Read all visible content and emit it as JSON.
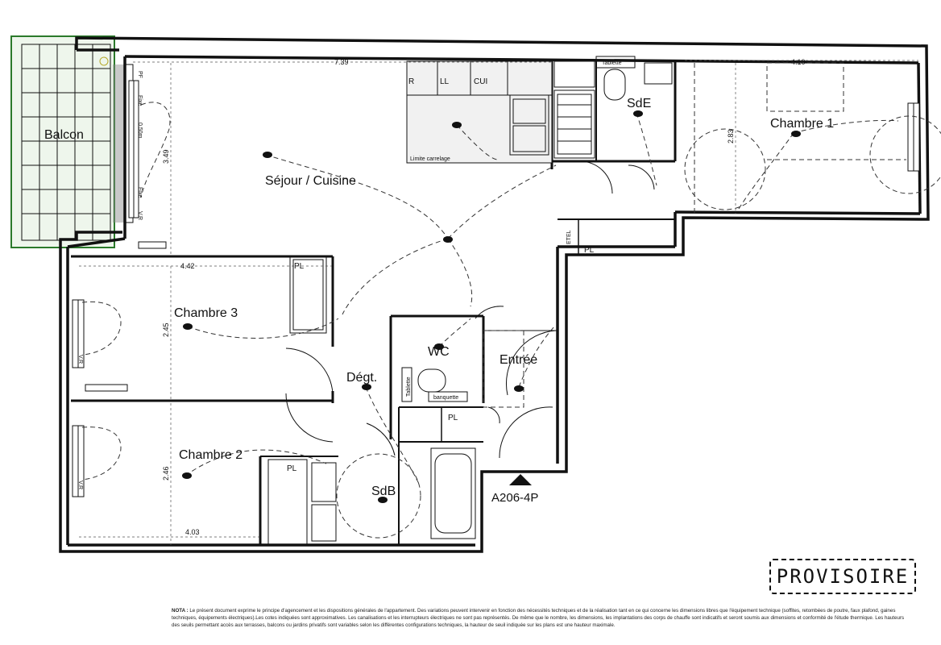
{
  "rooms": {
    "balcon": "Balcon",
    "sejour": "Séjour / Cuisine",
    "chambre1": "Chambre 1",
    "chambre2": "Chambre 2",
    "chambre3": "Chambre 3",
    "sde": "SdE",
    "sdb": "SdB",
    "wc": "WC",
    "degt": "Dégt.",
    "entree": "Entrée"
  },
  "labels": {
    "pl": "PL",
    "etel": "ETEL",
    "tablette": "Tablette",
    "banquette": "banquette",
    "r": "R",
    "ll": "LL",
    "cui": "CUI",
    "limite_carrelage": "Limite carrelage",
    "fixe": "Fixe",
    "vr": "V.R",
    "pf": "PF",
    "ouvrant": "0.50m"
  },
  "dimensions": {
    "sejour_width": "7.39",
    "sejour_depth": "3.49",
    "chambre1_width": "4.10",
    "chambre1_depth": "2.83",
    "chambre3_width": "4.42",
    "chambre3_depth": "2.45",
    "chambre2_width": "4.03",
    "chambre2_depth": "2.46"
  },
  "lot": "A206-4P",
  "stamp": "PROVISOIRE",
  "note": {
    "title": "NOTA :",
    "text": "Le présent document exprime le principe d'agencement et les dispositions générales de l'appartement. Des variations peuvent intervenir en fonction des nécessités techniques et de la réalisation tant en ce qui concerne les dimensions libres que l'équipement technique (soffites, retombées de poutre, faux plafond, gaines techniques, équipements électriques).Les cotes indiquées sont approximatives. Les canalisations et les interrupteurs électriques ne sont pas représentés. De même que le nombre, les dimensions, les implantations des corps de chauffe sont indicatifs et seront soumis aux dimensions et conformité de l'étude thermique. Les hauteurs des seuils permettant accès aux terrasses, balcons ou jardins privatifs sont variables selon les différentes configurations techniques, la hauteur de seuil indiquée sur les plans est une hauteur maximale."
  }
}
